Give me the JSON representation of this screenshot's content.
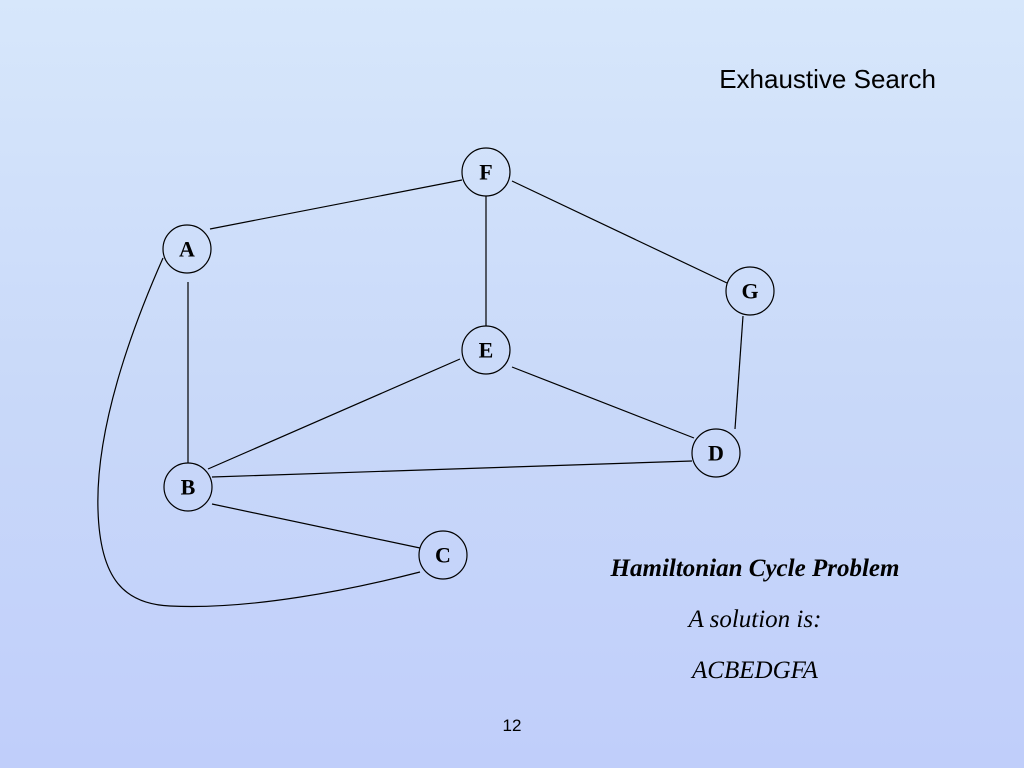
{
  "slide": {
    "title": "Exhaustive Search",
    "page_number": "12"
  },
  "graph": {
    "nodes": [
      {
        "id": "F",
        "label": "F"
      },
      {
        "id": "A",
        "label": "A"
      },
      {
        "id": "G",
        "label": "G"
      },
      {
        "id": "E",
        "label": "E"
      },
      {
        "id": "D",
        "label": "D"
      },
      {
        "id": "B",
        "label": "B"
      },
      {
        "id": "C",
        "label": "C"
      }
    ],
    "edges": [
      [
        "A",
        "F"
      ],
      [
        "F",
        "E"
      ],
      [
        "F",
        "G"
      ],
      [
        "G",
        "D"
      ],
      [
        "E",
        "D"
      ],
      [
        "E",
        "B"
      ],
      [
        "A",
        "B"
      ],
      [
        "B",
        "D"
      ],
      [
        "B",
        "C"
      ],
      [
        "A",
        "C"
      ]
    ]
  },
  "caption": {
    "problem": "Hamiltonian Cycle Problem",
    "solution_label": "A solution is:",
    "solution": "ACBEDGFA"
  }
}
